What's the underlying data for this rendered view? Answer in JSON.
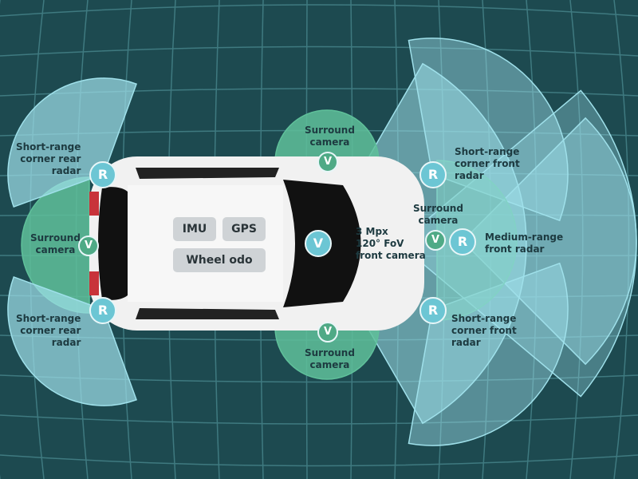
{
  "colors": {
    "background": "#1d4a50",
    "grid": "#3f7a80",
    "radar": "#9fe0ea",
    "camera": "#5fc09a",
    "car": "#f2f2f2"
  },
  "onboard": {
    "imu": "IMU",
    "gps": "GPS",
    "wheel_odo": "Wheel odo"
  },
  "badges": {
    "radar": "R",
    "camera": "V"
  },
  "labels": {
    "rear_radar_top": [
      "Short-range",
      "corner rear",
      "radar"
    ],
    "rear_radar_bottom": [
      "Short-range",
      "corner rear",
      "radar"
    ],
    "rear_camera": [
      "Surround",
      "camera"
    ],
    "top_camera": [
      "Surround",
      "camera"
    ],
    "bottom_camera": [
      "Surround",
      "camera"
    ],
    "front_camera": [
      "3 Mpx",
      "120° FoV",
      "front camera"
    ],
    "front_surround_camera": [
      "Surround",
      "camera"
    ],
    "front_radar_top": [
      "Short-range",
      "corner front",
      "radar"
    ],
    "front_radar_bottom": [
      "Short-range",
      "corner front",
      "radar"
    ],
    "medium_radar": [
      "Medium-range",
      "front radar"
    ]
  }
}
